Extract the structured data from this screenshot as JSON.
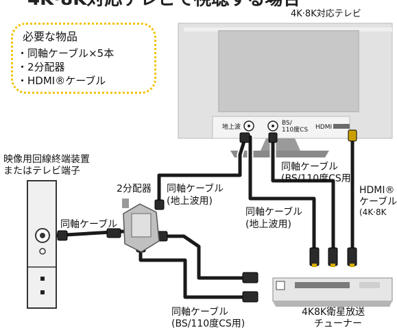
{
  "title_partial": "4K·8K対応テレビで視聴する場合",
  "items_box": {
    "heading": "必要な物品",
    "items": [
      "・同軸ケーブル×5本",
      "・2分配器",
      "・HDMI®ケーブル"
    ]
  },
  "tv": {
    "label": "4K·8K対応テレビ",
    "ports": [
      "地上波",
      "BS/\n110度CS",
      "HDMI"
    ]
  },
  "wall_terminal": {
    "label_line1": "映像用回線終端装置",
    "label_line2": "またはテレビ端子"
  },
  "splitter": {
    "label": "2分配器"
  },
  "cables": {
    "wall_to_splitter": "同軸ケーブル",
    "splitter_to_tv_terrestrial_line1": "同軸ケーブル",
    "splitter_to_tv_terrestrial_line2": "(地上波用)",
    "tv_bs_line1": "同軸ケーブル",
    "tv_bs_line2": "(BS/110度CS用)",
    "tuner_terrestrial_line1": "同軸ケーブル",
    "tuner_terrestrial_line2": "(地上波用)",
    "tuner_bs_line1": "同軸ケーブル",
    "tuner_bs_line2": "(BS/110度CS用)",
    "hdmi_line1": "HDMI®",
    "hdmi_line2": "ケーブル",
    "hdmi_line3": "(4K·8K"
  },
  "tuner": {
    "label_line1": "4K8K衛星放送",
    "label_line2": "チューナー"
  },
  "colors": {
    "cable": "#1a1a1a",
    "box_border": "#f2c200",
    "tv_frame": "#dcdcdc",
    "screen": "#c4c4c4"
  }
}
